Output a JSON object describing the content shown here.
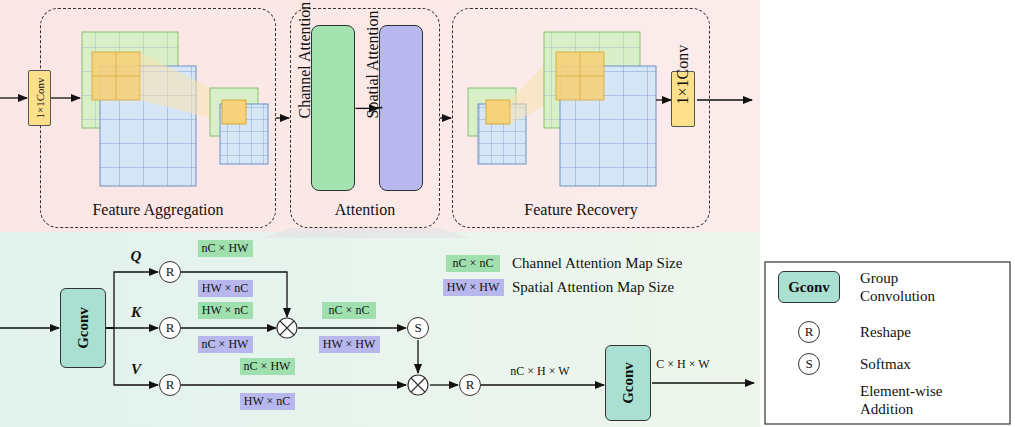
{
  "diagram": {
    "nodes": [
      {
        "text": [
          "Feature Aggregation"
        ]
      },
      {
        "text": [
          "Attention"
        ]
      },
      {
        "text": [
          "Feature Recovery"
        ]
      },
      {
        "text": [
          "1×1Conv"
        ]
      },
      {
        "text": [
          "Channel Attention"
        ],
        "in": 1
      },
      {
        "text": [
          "Spatial Attention"
        ],
        "in": 1
      },
      {
        "text": [
          "1×1Conv"
        ],
        "in": 2
      },
      {
        "text": [
          "Gconv"
        ]
      },
      {
        "text": [
          "R"
        ]
      },
      {
        "text": [
          "R"
        ]
      },
      {
        "text": [
          "R"
        ]
      },
      {
        "text": [
          "S"
        ]
      },
      {
        "text": [
          "R"
        ]
      },
      {
        "text": [
          "Gconv"
        ]
      },
      {
        "text": [
          "nC × HW"
        ]
      },
      {
        "text": [
          "HW × nC"
        ]
      },
      {
        "text": [
          "HW × nC"
        ]
      },
      {
        "text": [
          "nC × HW"
        ]
      },
      {
        "text": [
          "nC × nC"
        ]
      },
      {
        "text": [
          "HW × HW"
        ]
      },
      {
        "text": [
          "nC × HW"
        ]
      },
      {
        "text": [
          "HW × nC"
        ]
      },
      {
        "text": [
          "nC × nC"
        ]
      },
      {
        "text": [
          "HW × HW"
        ]
      },
      {
        "text": [
          "Gconv"
        ]
      },
      {
        "text": [
          "R"
        ]
      },
      {
        "text": [
          "S"
        ]
      }
    ],
    "edges": [
      {
        "from": 0,
        "to": 1,
        "arrow": "to"
      },
      {
        "from": 4,
        "to": 5,
        "arrow": "to"
      },
      {
        "from": 1,
        "to": 2,
        "arrow": "to"
      },
      {
        "from": 7,
        "to": 8,
        "arrow": "to",
        "label": "Q"
      },
      {
        "from": 7,
        "to": 9,
        "arrow": "to",
        "label": "K"
      },
      {
        "from": 7,
        "to": 10,
        "arrow": "to",
        "label": "V"
      },
      {
        "from": 12,
        "to": 13,
        "arrow": "to",
        "label": "nC × H × W"
      }
    ],
    "labels": [
      "C × H × W",
      "Channel Attention Map Size",
      "Spatial Attention Map Size"
    ],
    "legend": [
      {
        "text": "Group Convolution"
      },
      {
        "text": "Reshape"
      },
      {
        "text": "Softmax"
      },
      {
        "text": "Element-wise Addition"
      }
    ]
  }
}
